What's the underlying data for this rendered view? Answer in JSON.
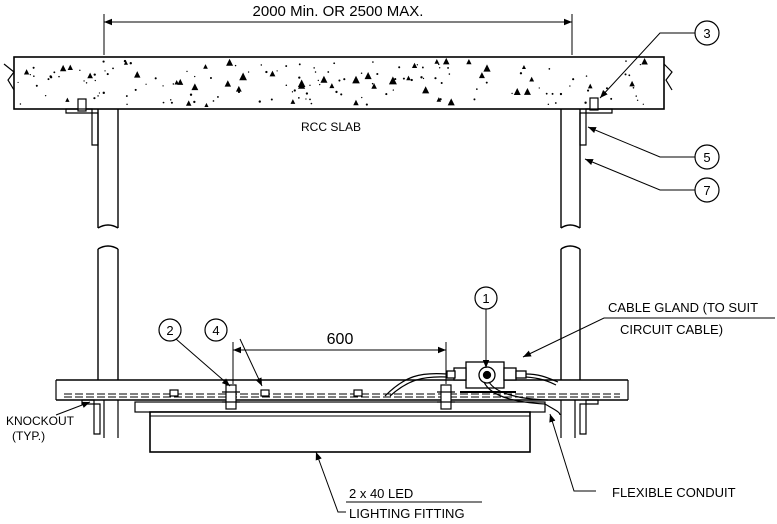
{
  "dimensions": {
    "span": "2000 Min. OR 2500 MAX.",
    "spacing": "600"
  },
  "labels": {
    "slab": "RCC SLAB",
    "gland_line1": "CABLE GLAND (TO SUIT",
    "gland_line2": "CIRCUIT CABLE)",
    "knockout_line1": "KNOCKOUT",
    "knockout_line2": "(TYP.)",
    "fitting_line1": "2 x 40 LED",
    "fitting_line2": "LIGHTING FITTING",
    "conduit": "FLEXIBLE CONDUIT"
  },
  "callouts": [
    "1",
    "2",
    "3",
    "4",
    "5",
    "7"
  ],
  "colors": {
    "line": "#000000",
    "background": "#ffffff"
  }
}
